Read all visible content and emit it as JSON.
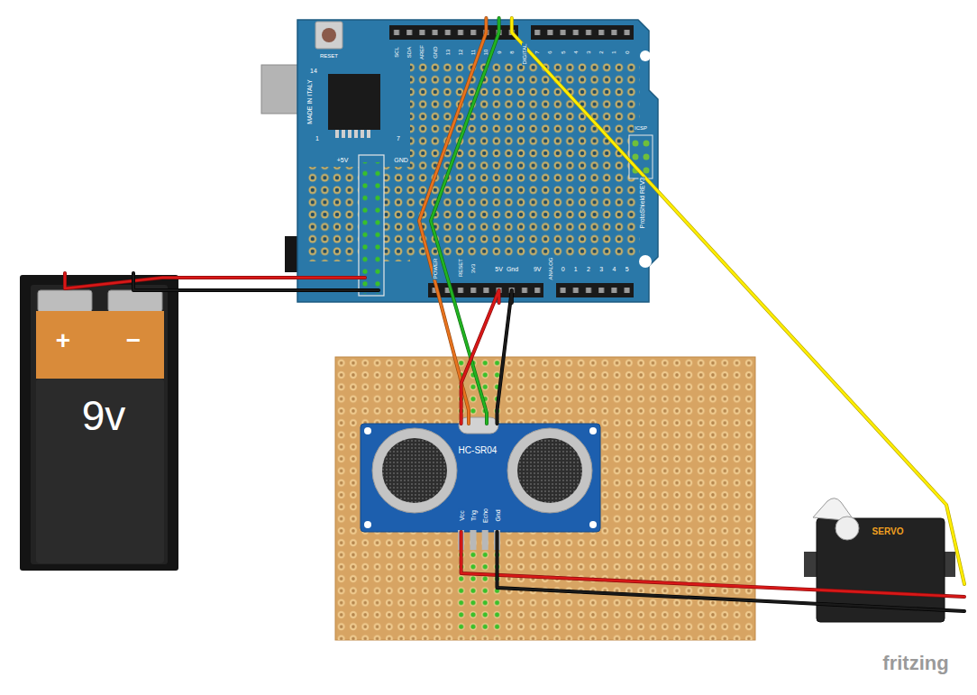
{
  "diagram": {
    "nodes": [
      {
        "text": [
          "ProtoShield REV3"
        ]
      },
      {
        "text": [
          "+",
          "−",
          "9v"
        ]
      },
      {
        "text": [
          "HC-SR04"
        ]
      },
      {
        "text": [
          "SERVO"
        ]
      }
    ],
    "edges": [
      {
        "from": 1,
        "to": 0,
        "arrow": "none"
      },
      {
        "from": 1,
        "to": 0,
        "arrow": "none"
      },
      {
        "from": 0,
        "to": 2,
        "arrow": "none"
      },
      {
        "from": 0,
        "to": 2,
        "arrow": "none"
      },
      {
        "from": 0,
        "to": 2,
        "arrow": "none"
      },
      {
        "from": 0,
        "to": 2,
        "arrow": "none"
      },
      {
        "from": 0,
        "to": 3,
        "arrow": "none"
      },
      {
        "from": 2,
        "to": 3,
        "arrow": "none"
      },
      {
        "from": 2,
        "to": 3,
        "arrow": "none"
      }
    ],
    "labels": [
      "RESET",
      "14",
      "MADE IN ITALY",
      "1",
      "7",
      "+5V",
      "GND",
      "SCL",
      "SDA",
      "AREF",
      "GND",
      "13",
      "12",
      "11",
      "10",
      "9",
      "8",
      "DIGITAL",
      "7",
      "6",
      "5",
      "4",
      "3",
      "2",
      "1",
      "0",
      "ICSP",
      "POWER",
      "RESET",
      "3V3",
      "5V",
      "Gnd",
      "9V",
      "ANALOG",
      "0",
      "1",
      "2",
      "3",
      "4",
      "5",
      "Vcc",
      "Trig",
      "Echo",
      "Gnd",
      "fritzing"
    ]
  }
}
